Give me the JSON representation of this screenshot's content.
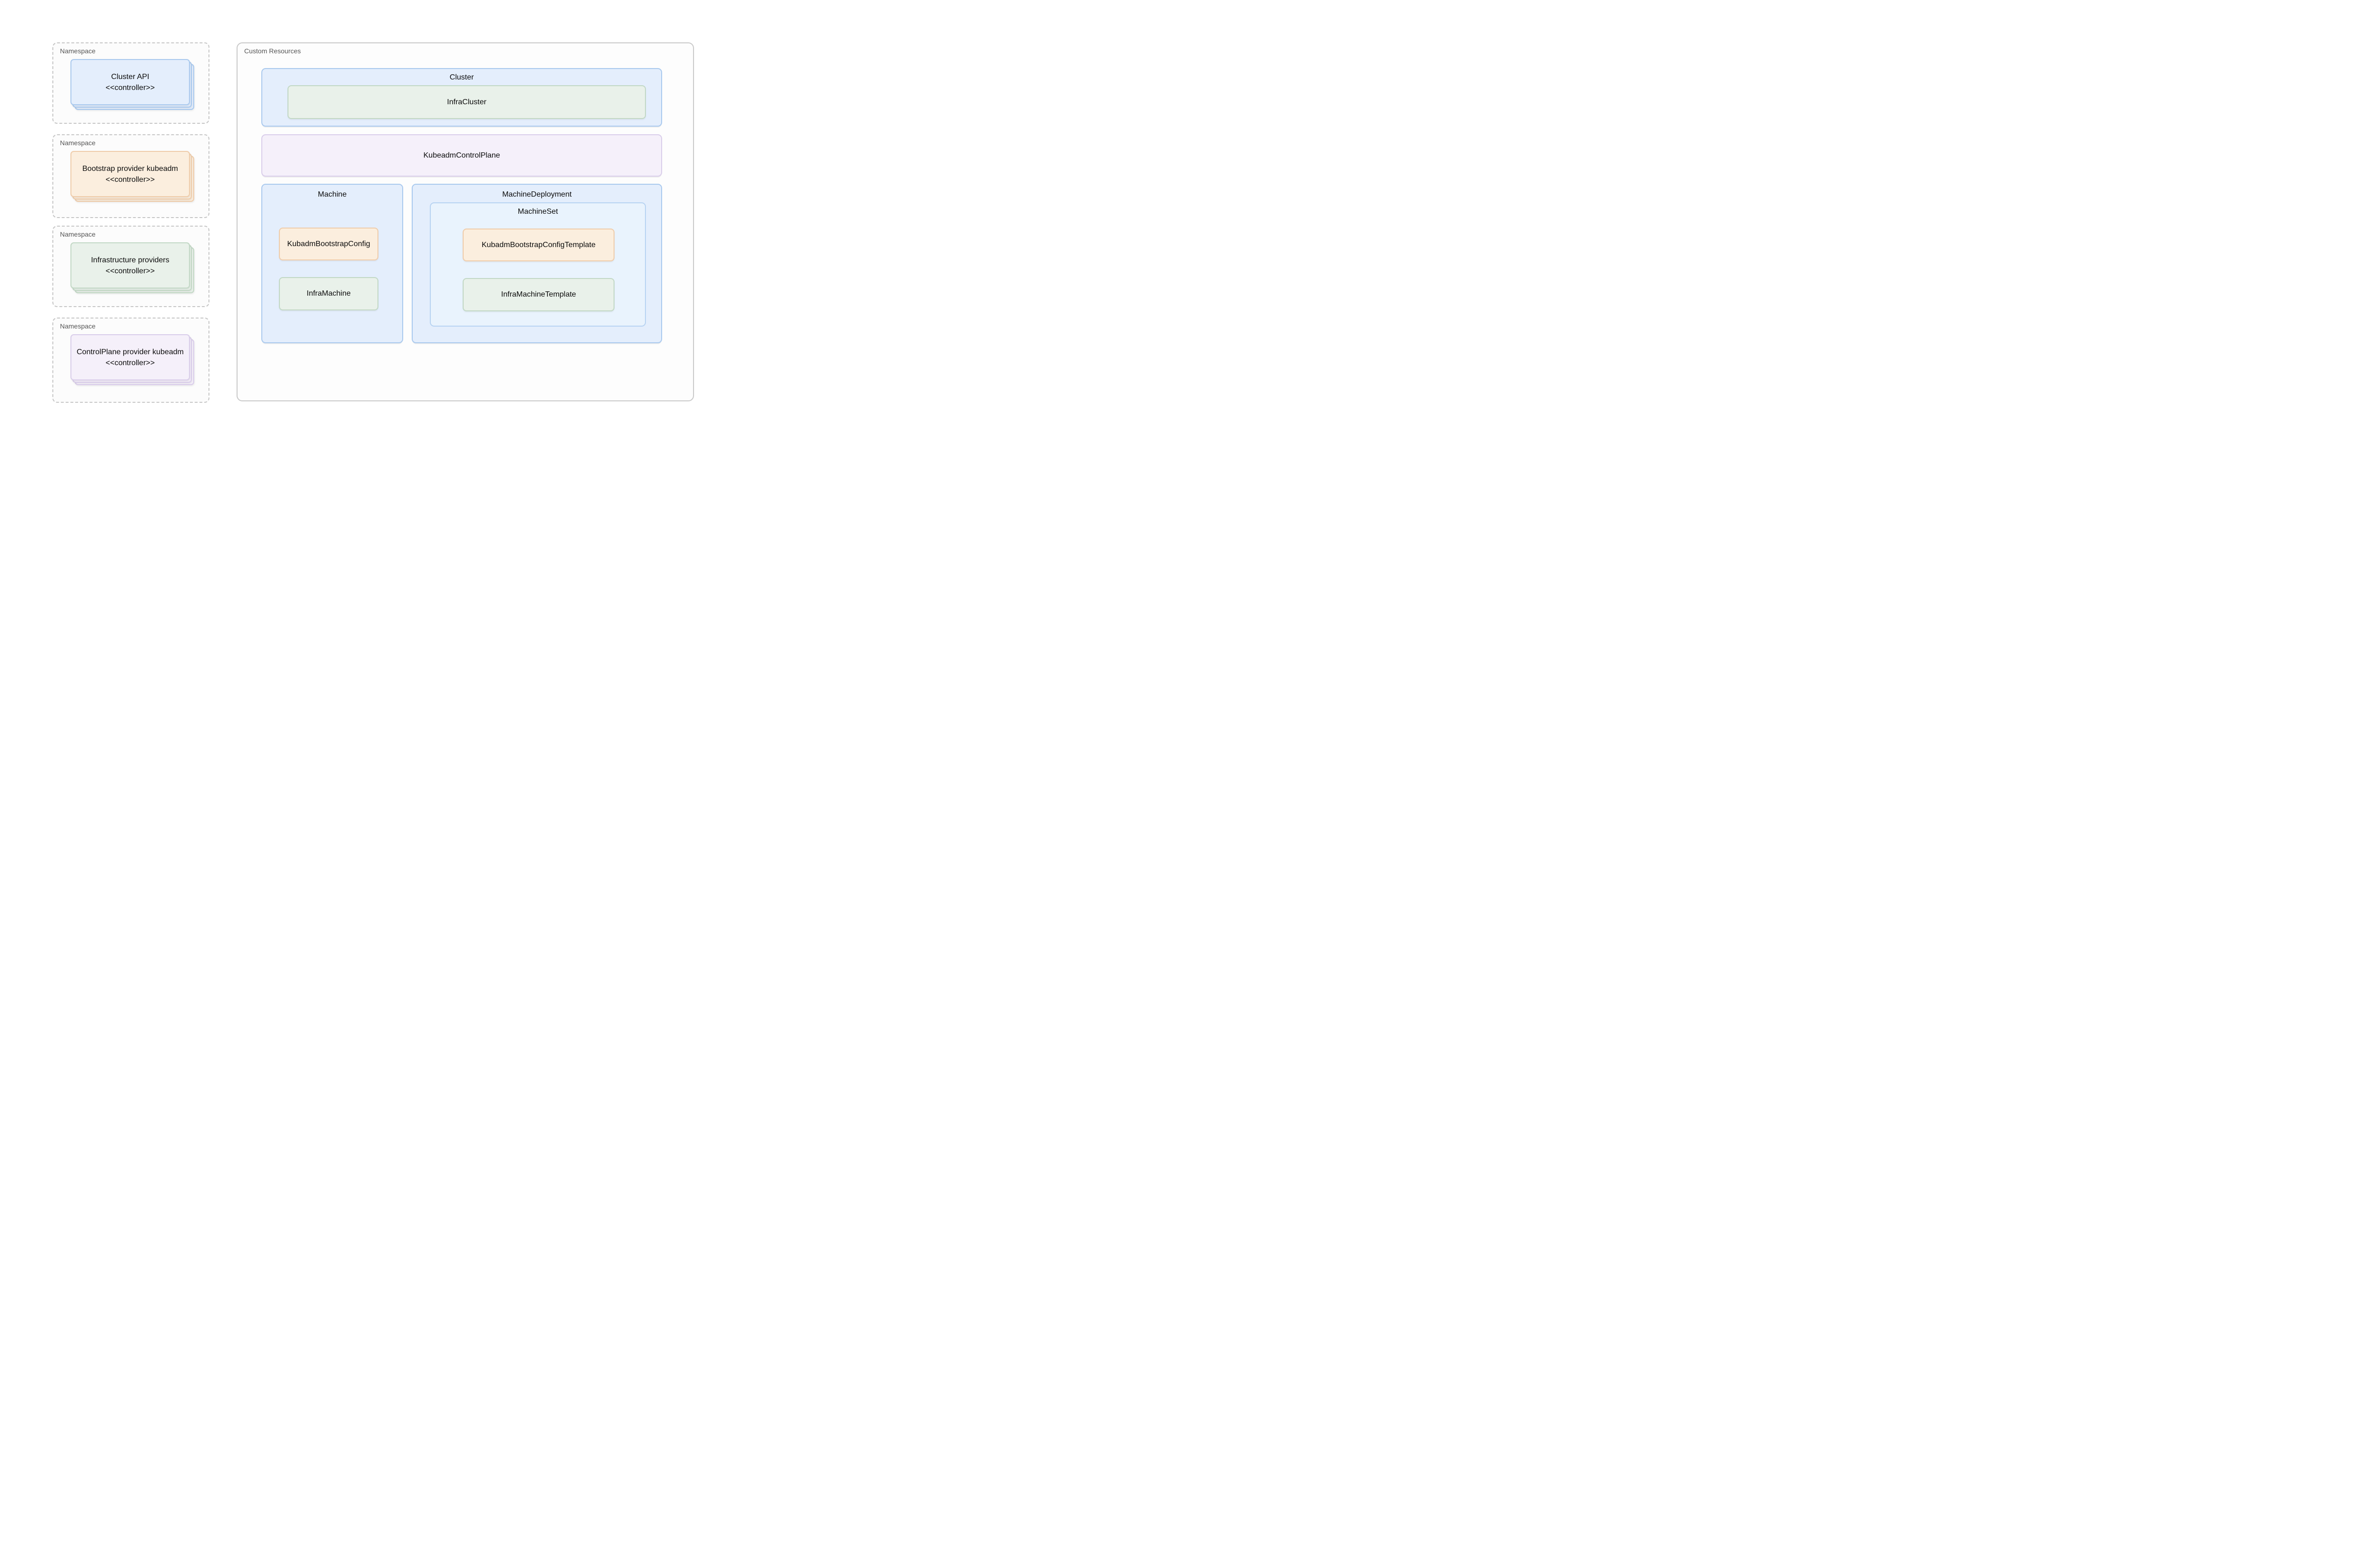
{
  "diagram": {
    "namespaces": [
      {
        "label": "Namespace",
        "card_line1": "Cluster API",
        "card_line2": "<<controller>>",
        "color": "blue"
      },
      {
        "label": "Namespace",
        "card_line1": "Bootstrap provider kubeadm",
        "card_line2": "<<controller>>",
        "color": "orange"
      },
      {
        "label": "Namespace",
        "card_line1": "Infrastructure providers",
        "card_line2": "<<controller>>",
        "color": "green"
      },
      {
        "label": "Namespace",
        "card_line1": "ControlPlane provider kubeadm",
        "card_line2": "<<controller>>",
        "color": "purple"
      }
    ],
    "custom_resources": {
      "label": "Custom Resources",
      "cluster_title": "Cluster",
      "infra_cluster": "InfraCluster",
      "kubeadm_control_plane": "KubeadmControlPlane",
      "machine_title": "Machine",
      "kubadm_bootstrap_config": "KubadmBootstrapConfig",
      "infra_machine": "InfraMachine",
      "machine_deployment_title": "MachineDeployment",
      "machine_set_title": "MachineSet",
      "kubadm_bootstrap_config_template": "KubadmBootstrapConfigTemplate",
      "infra_machine_template": "InfraMachineTemplate"
    },
    "colors": {
      "blue_fill": "#e4eefc",
      "blue_border": "#a9c9ee",
      "blue2_fill": "#e9f3fd",
      "blue2_border": "#b7d3f2",
      "green_fill": "#e9f1ea",
      "green_border": "#c2d8c5",
      "orange_fill": "#fbeede",
      "orange_border": "#efccaa",
      "purple_fill": "#f5f0fa",
      "purple_border": "#d9cdea",
      "ns_border": "#c6c6c6",
      "cr_border": "#c9c9c9",
      "label_text": "#565656",
      "card_text": "#0b0b0b"
    }
  }
}
